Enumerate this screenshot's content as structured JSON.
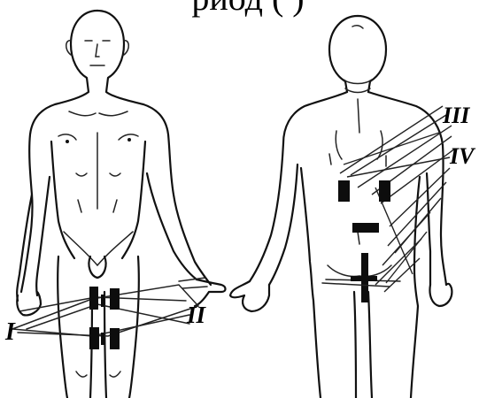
{
  "heading_fragment": "риод (    )",
  "labels": {
    "front_pair_left": "I",
    "front_pair_right": "II",
    "back_zone_upper": "III",
    "back_zone_lower": "IV"
  },
  "colors": {
    "ink": "#111111",
    "paper": "#ffffff"
  }
}
